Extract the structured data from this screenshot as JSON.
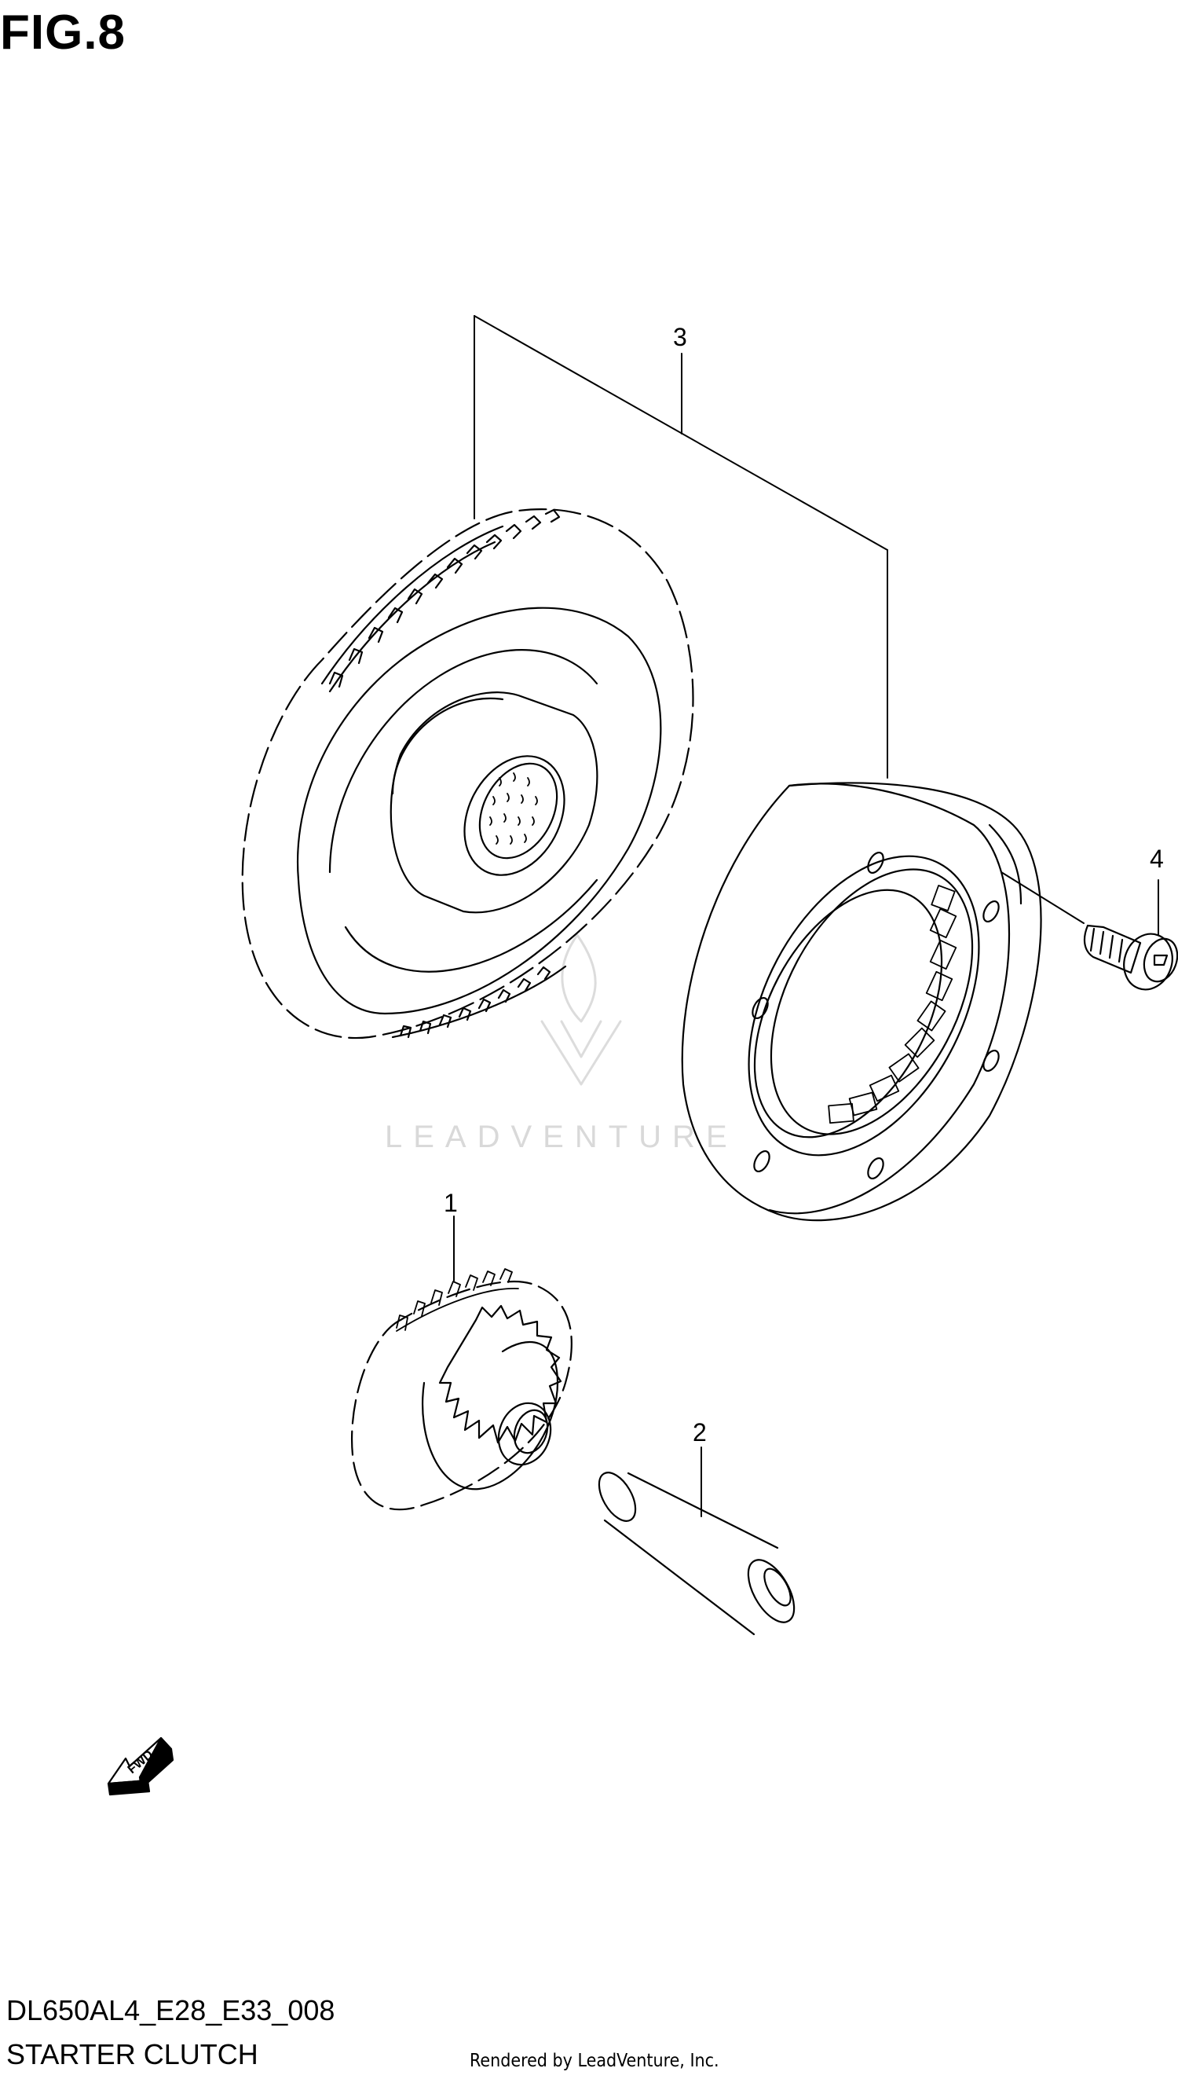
{
  "figure": {
    "title": "FIG.8",
    "model_code": "DL650AL4_E28_E33_008",
    "name": "STARTER CLUTCH",
    "credit": "Rendered by LeadVenture, Inc."
  },
  "watermark": {
    "text": "LEADVENTURE"
  },
  "callouts": [
    {
      "id": "1",
      "part": "starter idle gear"
    },
    {
      "id": "2",
      "part": "shaft"
    },
    {
      "id": "3",
      "part": "starter clutch assembly"
    },
    {
      "id": "4",
      "part": "bolt"
    }
  ],
  "direction_indicator": {
    "label": "FWD"
  }
}
